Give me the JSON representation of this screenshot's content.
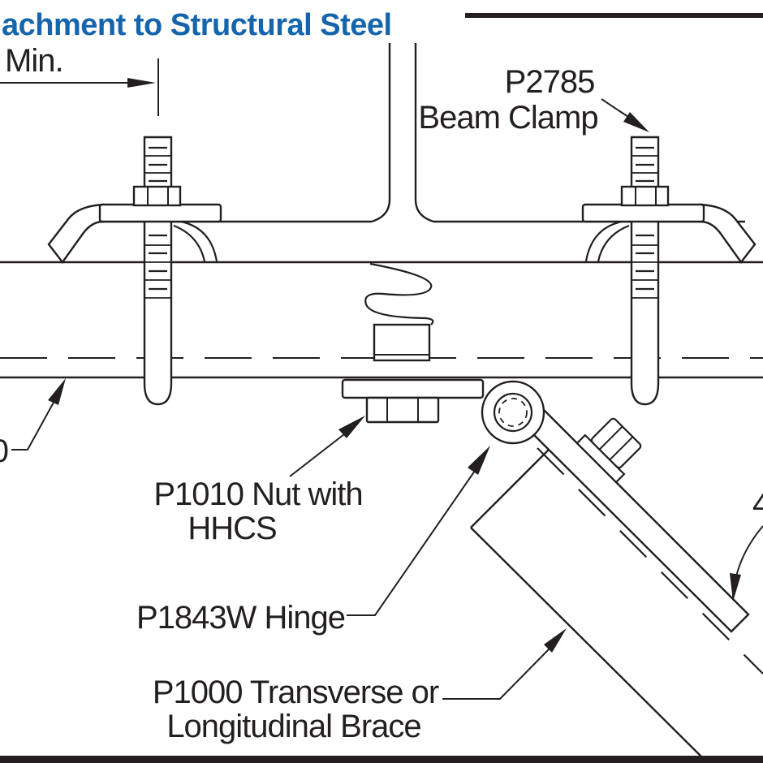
{
  "title": {
    "text": "achment to Structural Steel"
  },
  "labels": {
    "min_dimension": "Min.",
    "beam_clamp_line1": "P2785",
    "beam_clamp_line2": "Beam Clamp",
    "nut_line1": "P1010 Nut with",
    "nut_line2": "HHCS",
    "hinge": "P1843W Hinge",
    "brace_line1": "P1000 Transverse or",
    "brace_line2": "Longitudinal Brace",
    "left_partial_label": "0",
    "angle_partial_label": "4"
  },
  "colors": {
    "line": "#231f20",
    "title_blue": "#1565ad",
    "background": "#ffffff"
  }
}
